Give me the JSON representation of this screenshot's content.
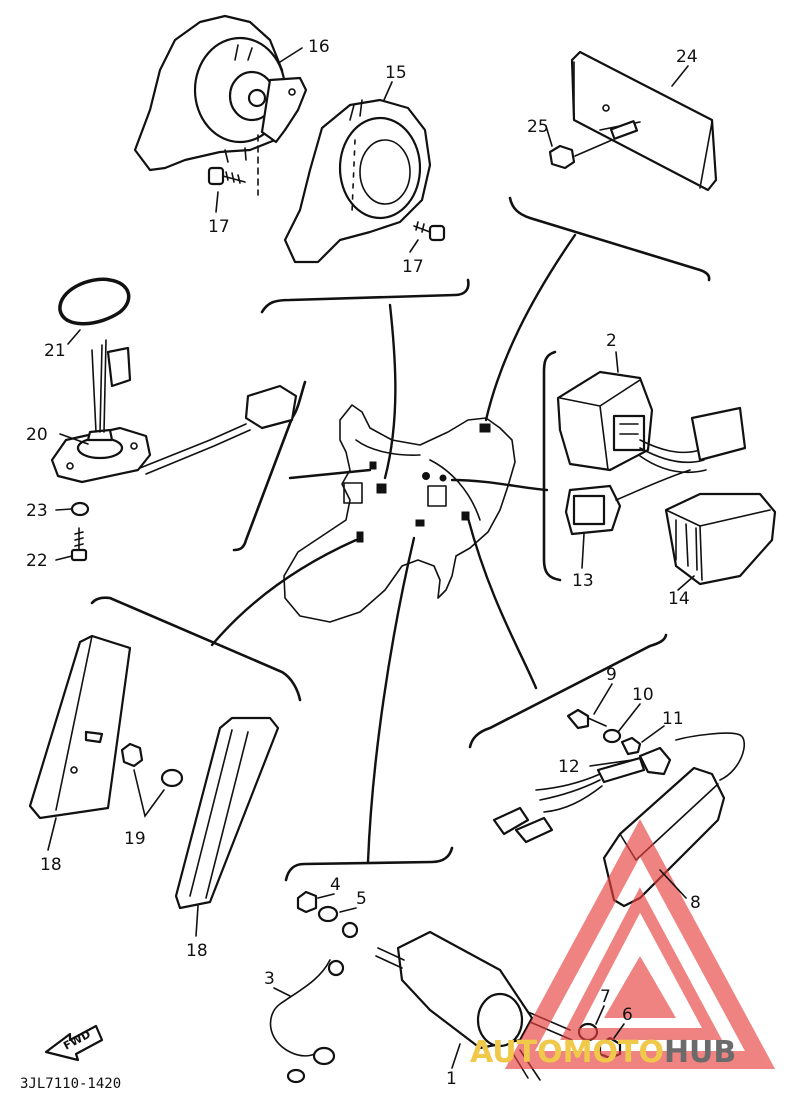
{
  "diagram": {
    "reference_code": "3JL7110-1420",
    "forward_label": "FWD",
    "watermark_text_prefix": "AUTOMOTO",
    "watermark_text_suffix": "HUB",
    "callouts": {
      "c1": "1",
      "c2": "2",
      "c3": "3",
      "c4": "4",
      "c5": "5",
      "c6": "6",
      "c7": "7",
      "c8": "8",
      "c9": "9",
      "c10": "10",
      "c11": "11",
      "c12": "12",
      "c13": "13",
      "c14": "14",
      "c15": "15",
      "c16": "16",
      "c17a": "17",
      "c17b": "17",
      "c18a": "18",
      "c18b": "18",
      "c19": "19",
      "c20": "20",
      "c21": "21",
      "c22": "22",
      "c23": "23",
      "c24": "24",
      "c25": "25"
    },
    "colors": {
      "line": "#111111",
      "watermark_red": "#e8423f",
      "watermark_gold": "#f0c84a",
      "watermark_gray": "#6b6b6b"
    }
  }
}
